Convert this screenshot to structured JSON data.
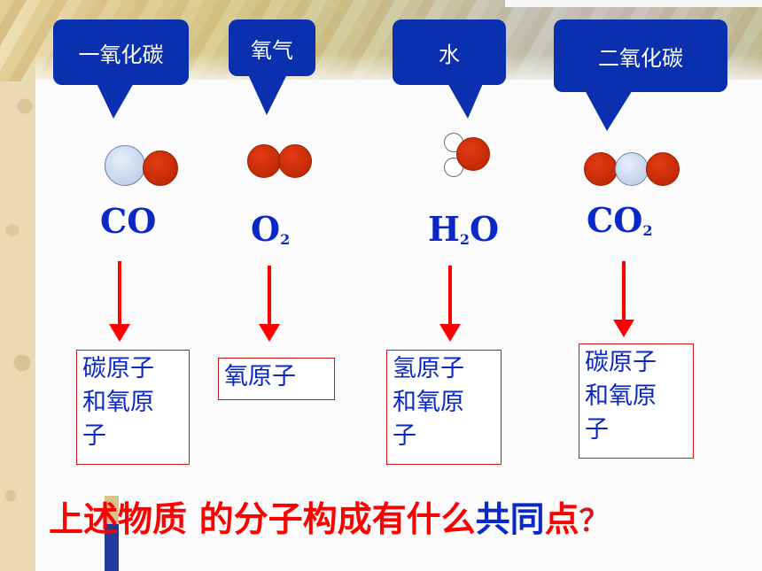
{
  "callouts": {
    "co": "一氧化碳",
    "o2": "氧气",
    "h2o": "水",
    "co2": "二氧化碳"
  },
  "formulas": {
    "co": {
      "main": "CO",
      "sub": ""
    },
    "o2": {
      "main": "O",
      "sub": "2"
    },
    "h2o": {
      "pre": "H",
      "sub": "2",
      "post": "O"
    },
    "co2": {
      "main": "CO",
      "sub": "2"
    }
  },
  "boxes": {
    "co": [
      "碳原子",
      "和氧原",
      "子"
    ],
    "o2": [
      "氧原子"
    ],
    "h2o": [
      "氢原子",
      "和氧原",
      "子"
    ],
    "co2": [
      "碳原子",
      "和氧原",
      "子"
    ]
  },
  "question": {
    "part1": "上述物质",
    "part2": " 的分子构成有什么",
    "part3": "共同",
    "part4": "点",
    "part5": "？"
  },
  "colors": {
    "callout": "#0a30b0",
    "formula": "#0a28c8",
    "arrow": "#ff0000",
    "atom_oxygen": "#c22a06",
    "atom_carbon": "#c2d3ea",
    "atom_hydrogen": "#ffffff"
  }
}
